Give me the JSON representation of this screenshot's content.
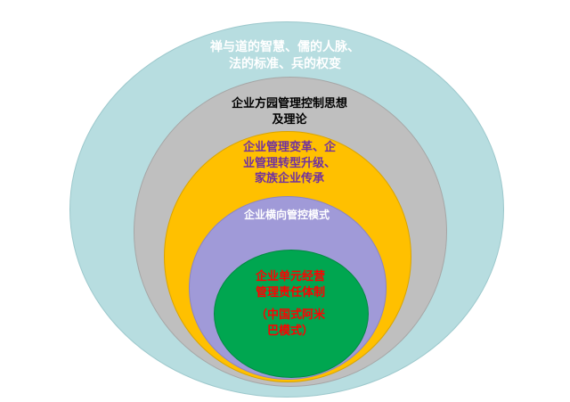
{
  "rings": [
    {
      "key": "outer",
      "fill": "#b7dde0",
      "text_color": "#ffffff",
      "lines": [
        "禅与道的智慧、儒的人脉、",
        "法的标准、兵的权变"
      ]
    },
    {
      "key": "second",
      "fill": "#bfbfbf",
      "text_color": "#000000",
      "lines": [
        "企业方园管理控制思想",
        "及理论"
      ]
    },
    {
      "key": "third",
      "fill": "#ffc000",
      "text_color": "#7030a0",
      "lines": [
        "企业管理变革、企",
        "业管理转型升级、",
        "家族企业传承"
      ]
    },
    {
      "key": "fourth",
      "fill": "#a09ad8",
      "text_color": "#ffffff",
      "lines": [
        "企业横向管控模式"
      ]
    },
    {
      "key": "core",
      "fill": "#00a650",
      "text_color": "#ff0000",
      "lines": [
        "企业单元经营",
        "管理责任体制",
        "（中国式阿米",
        "巴模式）"
      ]
    }
  ]
}
